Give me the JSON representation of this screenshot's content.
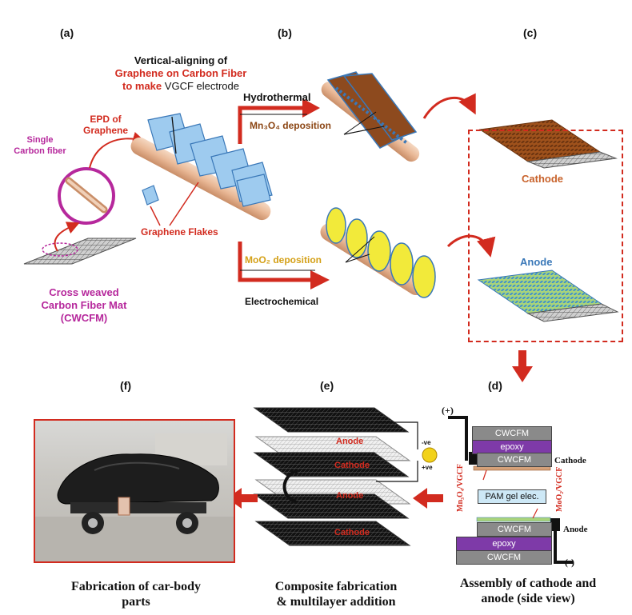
{
  "panels": {
    "a": "(a)",
    "b": "(b)",
    "c": "(c)",
    "d": "(d)",
    "e": "(e)",
    "f": "(f)"
  },
  "panel_a": {
    "vgcf_title_l1": "Vertical-aligning of",
    "vgcf_title_l2": "Graphene on Carbon Fiber",
    "vgcf_title_l3a": "to make",
    "vgcf_title_l3b": "VGCF electrode",
    "epd_l1": "EPD of",
    "epd_l2": "Graphene",
    "single_l1": "Single",
    "single_l2": "Carbon fiber",
    "flakes": "Graphene Flakes",
    "mat_l1": "Cross weaved",
    "mat_l2": "Carbon Fiber Mat",
    "mat_l3": "(CWCFM)"
  },
  "panel_b": {
    "hydrothermal": "Hydrothermal",
    "mn_deposition": "Mn₃O₄ deposition",
    "moo_deposition": "MoO₂ deposition",
    "electrochemical": "Electrochemical"
  },
  "panel_c": {
    "cathode": "Cathode",
    "anode": "Anode"
  },
  "panel_d": {
    "plus": "(+)",
    "minus": "(-)",
    "cwcfm": "CWCFM",
    "epoxy": "epoxy",
    "cathode": "Cathode",
    "anode": "Anode",
    "gel": "PAM gel elec.",
    "mn_vgcf": "Mn₃O₄/VGCF",
    "moo_vgcf": "MoO₂/VGCF",
    "caption_l1": "Assembly of cathode and",
    "caption_l2": "anode (side view)"
  },
  "panel_e": {
    "anode": "Anode",
    "cathode": "Cathode",
    "neg": "-ve",
    "pos": "+ve",
    "caption_l1": "Composite fabrication",
    "caption_l2": "& multilayer addition"
  },
  "panel_f": {
    "caption_l1": "Fabrication of car-body",
    "caption_l2": "parts"
  },
  "colors": {
    "red": "#d22b1f",
    "purple": "#b6289c",
    "brown": "#8b4513",
    "gold": "#d4a017",
    "blue": "#3a78b8",
    "graphene": "#8fc7ea",
    "yellow": "#f2ea3a",
    "epoxy": "#7e3aa8",
    "cwcfm": "#8a8a8a"
  }
}
